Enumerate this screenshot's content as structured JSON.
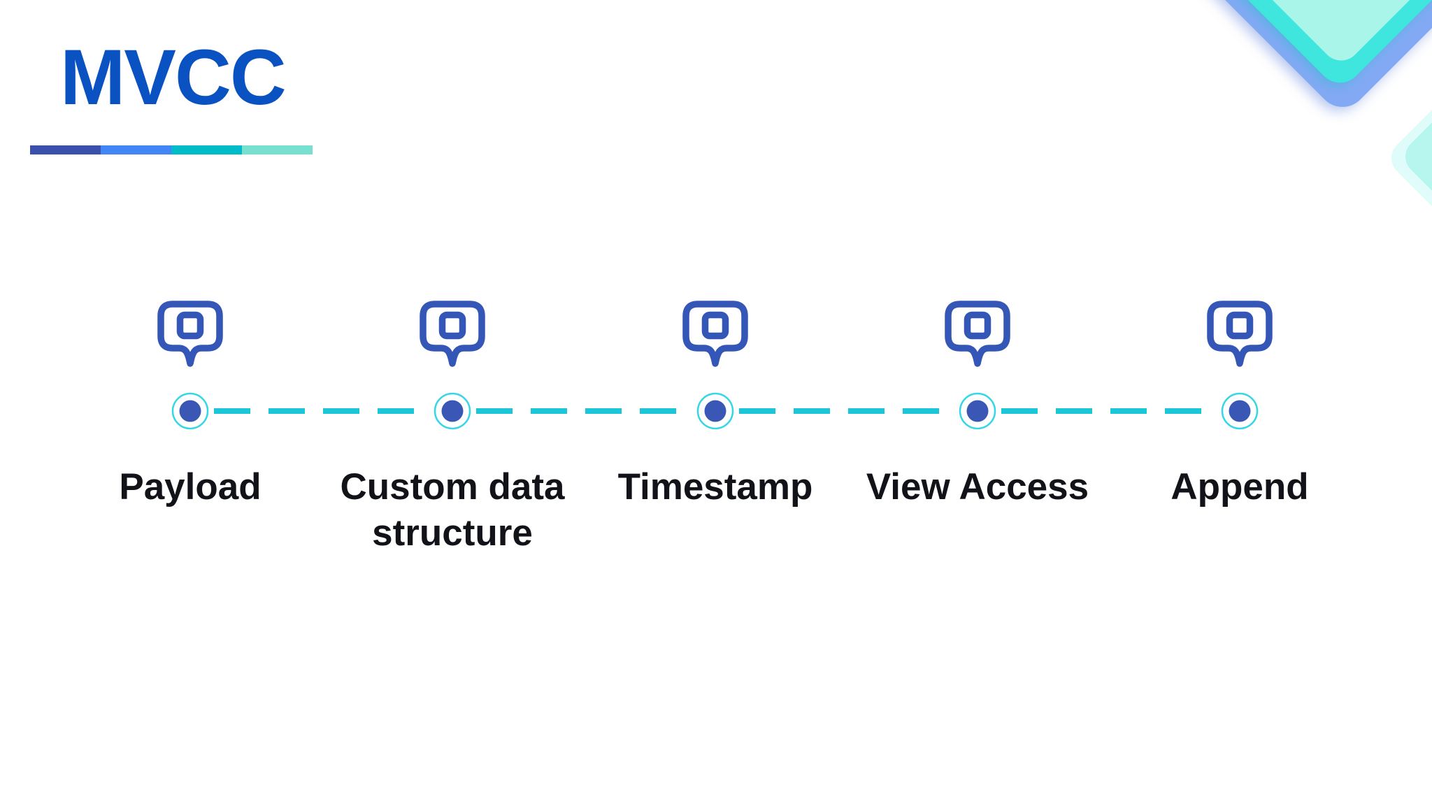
{
  "slide": {
    "title": "MVCC"
  },
  "timeline": {
    "items": [
      {
        "label": "Payload"
      },
      {
        "label": "Custom data structure"
      },
      {
        "label": "Timestamp"
      },
      {
        "label": "View Access"
      },
      {
        "label": "Append"
      }
    ]
  },
  "icons": {
    "marker": "map-pin-icon",
    "node": "timeline-node-icon"
  },
  "colors": {
    "title_blue": "#0A52C2",
    "pin_blue": "#3456B6",
    "node_dot_blue": "#3A57B5",
    "node_ring_cyan": "#35D6E6",
    "dash_cyan": "#1BC7D6",
    "label_black": "#111318",
    "accent_bar": [
      "#3A50AC",
      "#4285F4",
      "#00BCC9",
      "#77E0D1"
    ],
    "decor_periwinkle": "#83A9F4",
    "decor_cyan": "#3EE6DE",
    "decor_mint": "#A9F5EA",
    "decor_pale_cyan": "#DFFCFA",
    "decor_pale_mint": "#B6F6EE",
    "background": "#ffffff"
  }
}
